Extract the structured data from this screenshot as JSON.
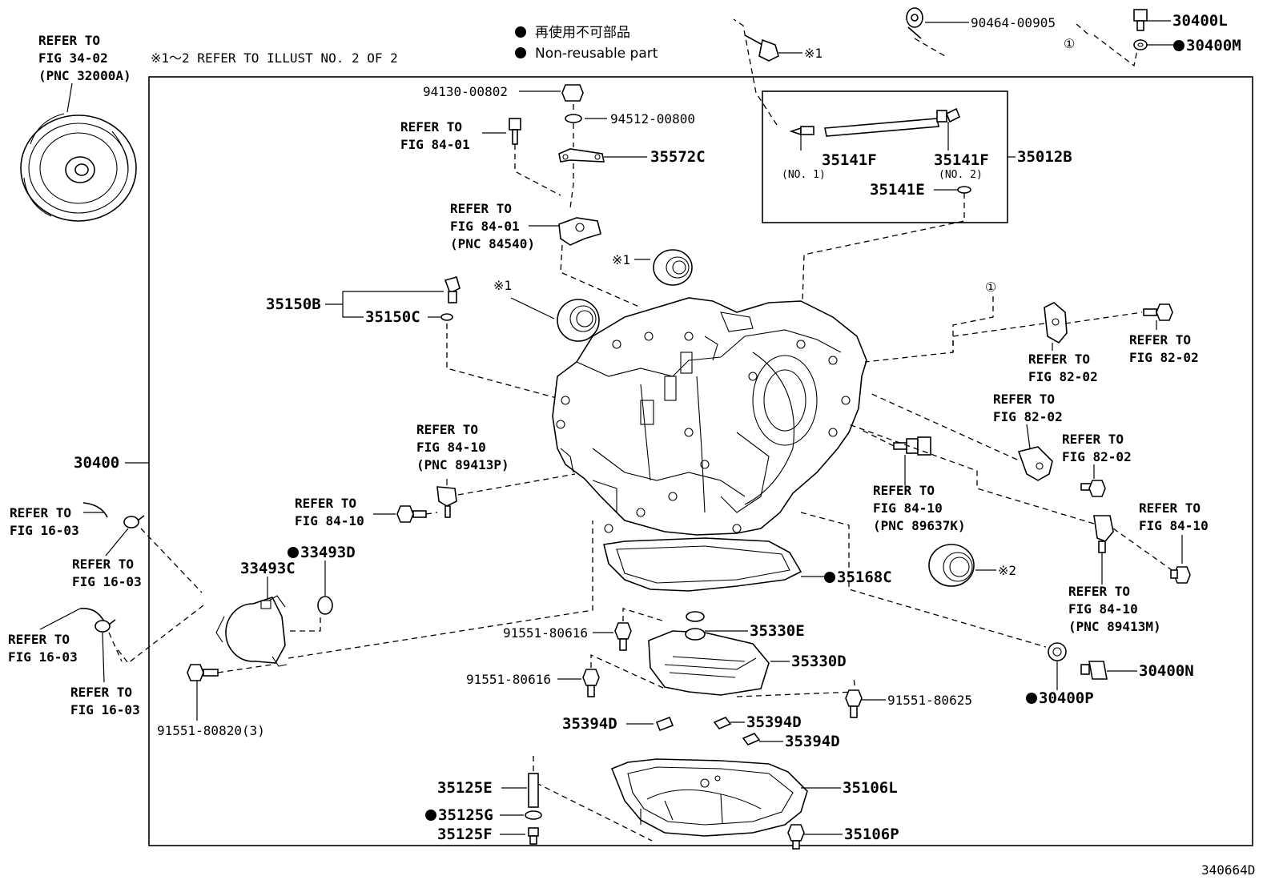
{
  "legend": {
    "jp": "再使用不可部品",
    "en": "Non-reusable part",
    "note": "※1～2 REFER TO ILLUST NO. 2 OF 2"
  },
  "figure_id": "340664D",
  "refs": {
    "fig3402": [
      "REFER TO",
      "FIG 34-02",
      "(PNC 32000A)"
    ],
    "fig8401a": [
      "REFER TO",
      "FIG 84-01"
    ],
    "fig8401b": [
      "REFER TO",
      "FIG 84-01",
      "(PNC 84540)"
    ],
    "fig8410a": [
      "REFER TO",
      "FIG 84-10",
      "(PNC 89413P)"
    ],
    "fig8410b": [
      "REFER TO",
      "FIG 84-10"
    ],
    "fig8410c": [
      "REFER TO",
      "FIG 84-10",
      "(PNC 89637K)"
    ],
    "fig8410d": [
      "REFER TO",
      "FIG 84-10"
    ],
    "fig8410e": [
      "REFER TO",
      "FIG 84-10",
      "(PNC 89413M)"
    ],
    "fig8202a": [
      "REFER TO",
      "FIG 82-02"
    ],
    "fig8202b": [
      "REFER TO",
      "FIG 82-02"
    ],
    "fig8202c": [
      "REFER TO",
      "FIG 82-02"
    ],
    "fig8202d": [
      "REFER TO",
      "FIG 82-02"
    ],
    "fig1603a": [
      "REFER TO",
      "FIG 16-03"
    ],
    "fig1603b": [
      "REFER TO",
      "FIG 16-03"
    ],
    "fig1603c": [
      "REFER TO",
      "FIG 16-03"
    ],
    "fig1603d": [
      "REFER TO",
      "FIG 16-03"
    ]
  },
  "parts": {
    "p30400": "30400",
    "p30400L": "30400L",
    "p30400M": "30400M",
    "p30400N": "30400N",
    "p30400P": "30400P",
    "p90464": "90464-00905",
    "p94130": "94130-00802",
    "p94512": "94512-00800",
    "p35572C": "35572C",
    "p35141F1": "35141F",
    "p35141F1sub": "(NO. 1)",
    "p35141F2": "35141F",
    "p35141F2sub": "(NO. 2)",
    "p35012B": "35012B",
    "p35141E": "35141E",
    "p35150B": "35150B",
    "p35150C": "35150C",
    "p33493D": "33493D",
    "p33493C": "33493C",
    "p35168C": "35168C",
    "p35330E": "35330E",
    "p35330D": "35330D",
    "p91551_80616a": "91551-80616",
    "p91551_80616b": "91551-80616",
    "p91551_80625": "91551-80625",
    "p91551_80820": "91551-80820(3)",
    "p35394Da": "35394D",
    "p35394Db": "35394D",
    "p35394Dc": "35394D",
    "p35125E": "35125E",
    "p35125G": "35125G",
    "p35125F": "35125F",
    "p35106L": "35106L",
    "p35106P": "35106P"
  },
  "markers": {
    "k1a": "※1",
    "k1b": "※1",
    "k1c": "※1",
    "k2": "※2",
    "c1a": "①",
    "c1b": "①"
  }
}
